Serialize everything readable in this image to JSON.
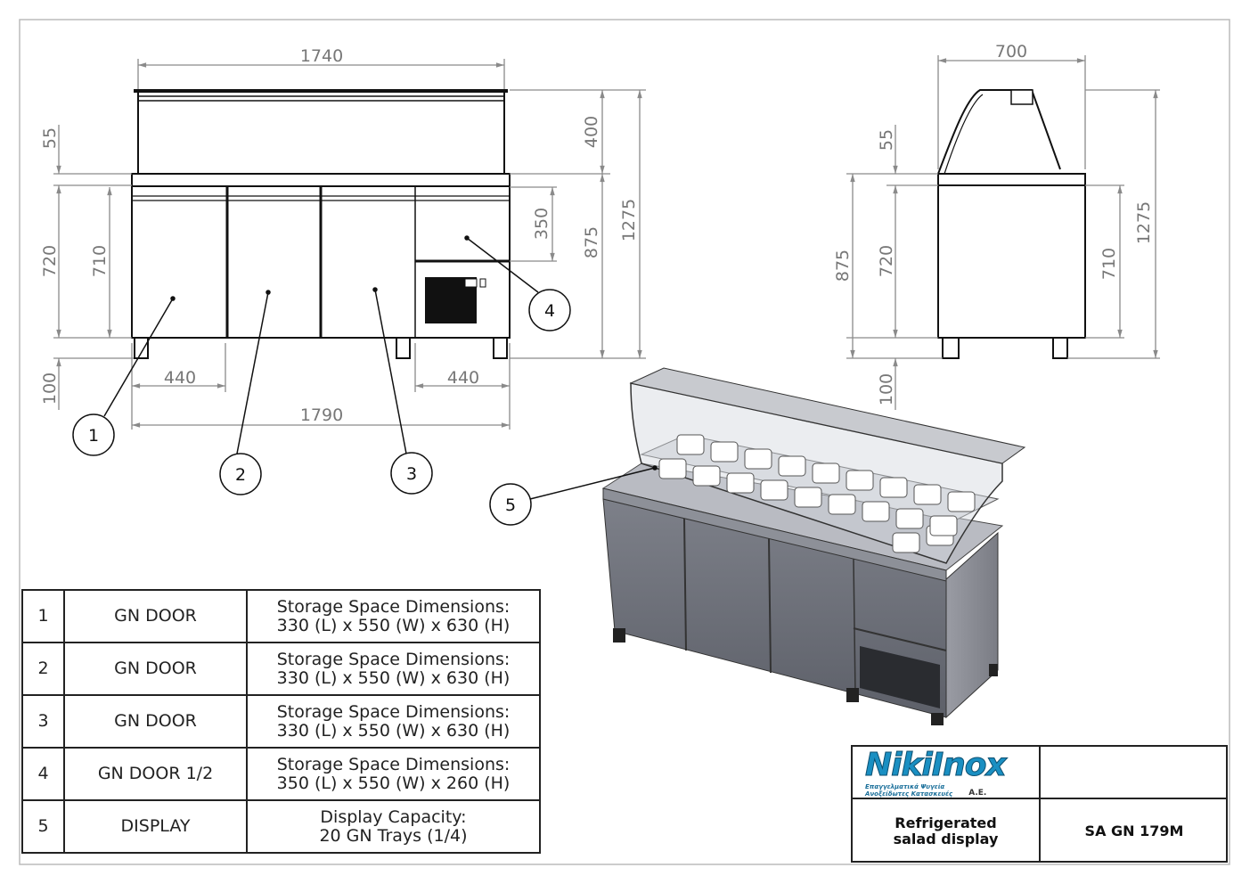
{
  "drawing": {
    "front_view": {
      "dims": {
        "width_top": "1740",
        "d55": "55",
        "d720": "720",
        "d710": "710",
        "d100": "100",
        "d400": "400",
        "d350": "350",
        "d875": "875",
        "d1275": "1275",
        "d440_left": "440",
        "d440_right": "440",
        "width_bottom": "1790"
      }
    },
    "side_view": {
      "dims": {
        "depth": "700",
        "d55": "55",
        "d875": "875",
        "d720": "720",
        "d100": "100",
        "d710": "710",
        "d1275": "1275"
      }
    },
    "callouts": [
      "1",
      "2",
      "3",
      "4",
      "5"
    ]
  },
  "parts_table": [
    {
      "no": "1",
      "type": "GN DOOR",
      "desc_line1": "Storage Space Dimensions:",
      "desc_line2": "330 (L) x 550 (W) x 630 (H)"
    },
    {
      "no": "2",
      "type": "GN DOOR",
      "desc_line1": "Storage Space Dimensions:",
      "desc_line2": "330 (L) x 550 (W) x 630 (H)"
    },
    {
      "no": "3",
      "type": "GN DOOR",
      "desc_line1": "Storage Space Dimensions:",
      "desc_line2": "330 (L) x 550 (W) x 630 (H)"
    },
    {
      "no": "4",
      "type": "GN DOOR 1/2",
      "desc_line1": "Storage Space Dimensions:",
      "desc_line2": "350 (L) x 550 (W) x 260 (H)"
    },
    {
      "no": "5",
      "type": "DISPLAY",
      "desc_line1": "Display Capacity:",
      "desc_line2": "20 GN Trays (1/4)"
    }
  ],
  "title_block": {
    "logo_text": "NikiInox",
    "logo_suffix": "A.E.",
    "logo_sub1": "Επαγγελματικά Ψυγεία",
    "logo_sub2": "Ανοξείδωτες Κατασκευές",
    "product_line1": "Refrigerated",
    "product_line2": "salad display",
    "model": "SA GN 179M"
  }
}
